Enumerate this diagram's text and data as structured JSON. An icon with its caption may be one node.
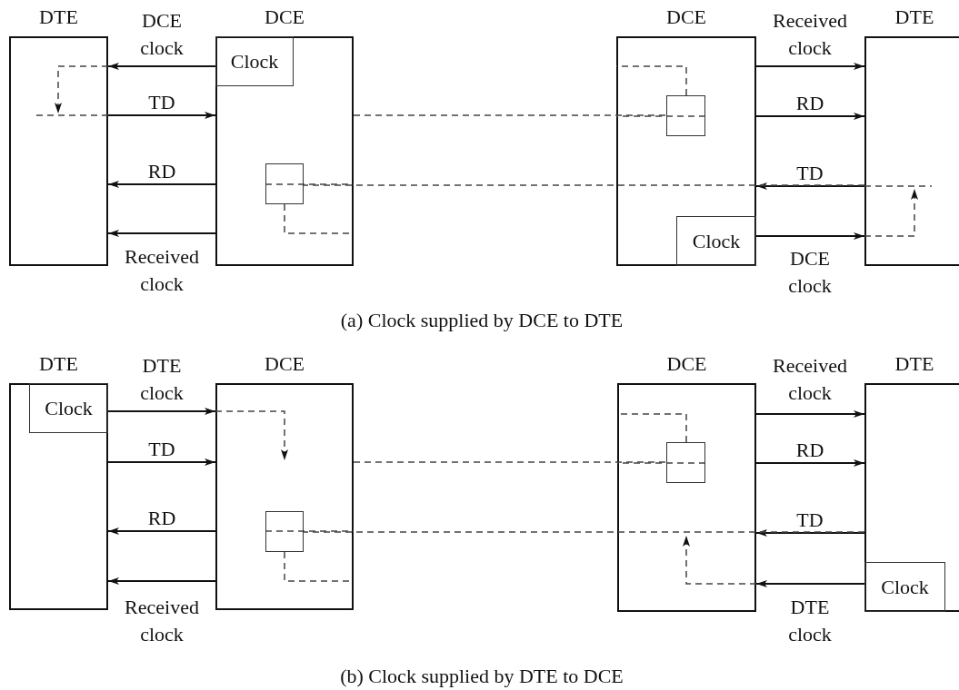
{
  "diagram": {
    "nodes": [
      {
        "text": [
          "DTE"
        ]
      },
      {
        "text": [
          "DCE"
        ]
      },
      {
        "text": [
          "Clock"
        ],
        "in": 1
      },
      {
        "text": [],
        "shape": "box",
        "in": 1
      },
      {
        "text": [
          "DCE"
        ]
      },
      {
        "text": [],
        "shape": "box",
        "in": 4
      },
      {
        "text": [
          "Clock"
        ],
        "in": 4
      },
      {
        "text": [
          "DTE"
        ]
      },
      {
        "text": [
          "DTE"
        ]
      },
      {
        "text": [
          "Clock"
        ],
        "in": 8
      },
      {
        "text": [
          "DCE"
        ]
      },
      {
        "text": [],
        "shape": "box",
        "in": 10
      },
      {
        "text": [
          "DCE"
        ]
      },
      {
        "text": [],
        "shape": "box",
        "in": 12
      },
      {
        "text": [
          "DTE"
        ]
      },
      {
        "text": [
          "Clock"
        ],
        "in": 14
      }
    ],
    "edges": [
      {
        "from": 2,
        "to": 0,
        "arrow": "to",
        "label": "DCE clock"
      },
      {
        "from": 0,
        "to": 1,
        "arrow": "to",
        "label": "TD"
      },
      {
        "from": 1,
        "to": 0,
        "arrow": "to",
        "label": "RD"
      },
      {
        "from": 1,
        "to": 0,
        "arrow": "to",
        "label": "Received clock"
      },
      {
        "from": 4,
        "to": 7,
        "arrow": "to",
        "label": "Received clock"
      },
      {
        "from": 4,
        "to": 7,
        "arrow": "to",
        "label": "RD"
      },
      {
        "from": 7,
        "to": 4,
        "arrow": "to",
        "label": "TD"
      },
      {
        "from": 6,
        "to": 7,
        "arrow": "to",
        "label": "DCE clock"
      },
      {
        "from": 1,
        "to": 5,
        "arrow": "none",
        "style": "dashed"
      },
      {
        "from": 5,
        "to": 4,
        "arrow": "none",
        "style": "dashed"
      },
      {
        "from": 5,
        "to": 4,
        "arrow": "none",
        "style": "dashed"
      },
      {
        "from": 7,
        "to": 3,
        "arrow": "none",
        "style": "dashed"
      },
      {
        "from": 3,
        "to": 1,
        "arrow": "none",
        "style": "dashed"
      },
      {
        "from": 3,
        "to": 1,
        "arrow": "none",
        "style": "dashed"
      },
      {
        "from": 9,
        "to": 10,
        "arrow": "to",
        "label": "DTE clock"
      },
      {
        "from": 8,
        "to": 10,
        "arrow": "to",
        "label": "TD"
      },
      {
        "from": 10,
        "to": 8,
        "arrow": "to",
        "label": "RD"
      },
      {
        "from": 10,
        "to": 8,
        "arrow": "to",
        "label": "Received clock"
      },
      {
        "from": 12,
        "to": 14,
        "arrow": "to",
        "label": "Received clock"
      },
      {
        "from": 12,
        "to": 14,
        "arrow": "to",
        "label": "RD"
      },
      {
        "from": 14,
        "to": 12,
        "arrow": "to",
        "label": "TD"
      },
      {
        "from": 15,
        "to": 12,
        "arrow": "to",
        "label": "DTE clock"
      },
      {
        "from": 10,
        "to": 13,
        "arrow": "none",
        "style": "dashed"
      },
      {
        "from": 13,
        "to": 12,
        "arrow": "none",
        "style": "dashed"
      },
      {
        "from": 13,
        "to": 12,
        "arrow": "none",
        "style": "dashed"
      },
      {
        "from": 14,
        "to": 11,
        "arrow": "none",
        "style": "dashed"
      },
      {
        "from": 11,
        "to": 10,
        "arrow": "none",
        "style": "dashed"
      },
      {
        "from": 11,
        "to": 10,
        "arrow": "none",
        "style": "dashed"
      }
    ],
    "labels": [
      "(a) Clock supplied by DCE to DTE",
      "(b) Clock supplied by DTE to DCE"
    ]
  }
}
